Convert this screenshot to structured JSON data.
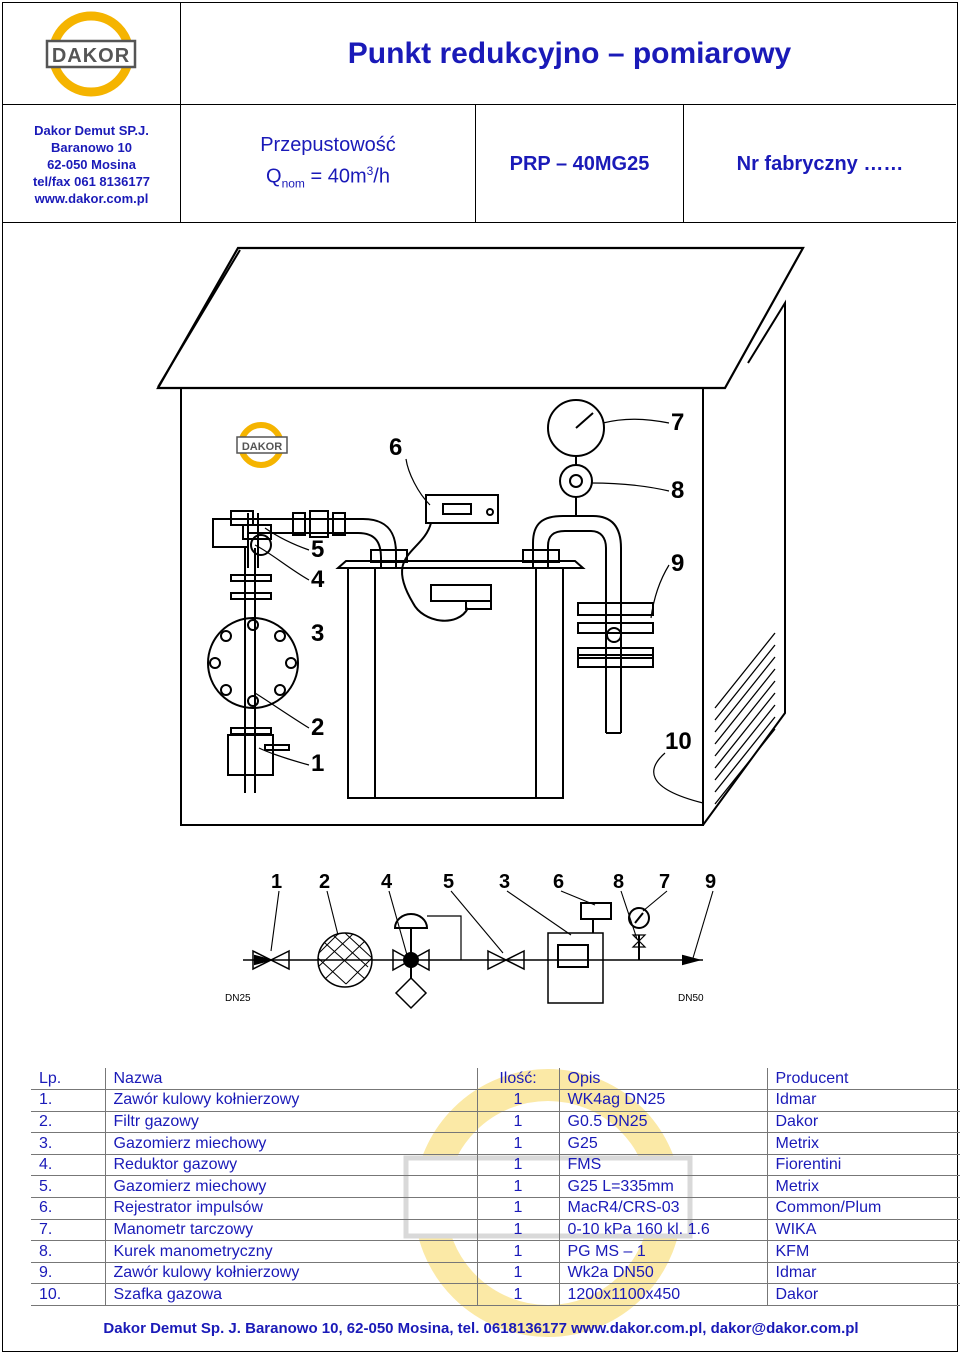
{
  "header": {
    "logo_text": "DAKOR",
    "title": "Punkt redukcyjno – pomiarowy",
    "company": {
      "name": "Dakor Demut SP.J.",
      "street": "Baranowo 10",
      "city": "62-050 Mosina",
      "phone": "tel/fax 061 8136177",
      "web": "www.dakor.com.pl"
    },
    "flow_label": "Przepustowość",
    "flow_q": "Q",
    "flow_sub": "nom",
    "flow_eq": " = 40m",
    "flow_sup": "3",
    "flow_unit": "/h",
    "model": "PRP – 40MG25",
    "serial": "Nr fabryczny ……"
  },
  "drawing": {
    "cabinet_logo": "DAKOR",
    "callouts": [
      "1",
      "2",
      "3",
      "4",
      "5",
      "6",
      "7",
      "8",
      "9",
      "10"
    ],
    "schematic_callouts": [
      "1",
      "2",
      "4",
      "5",
      "3",
      "6",
      "8",
      "7",
      "9"
    ],
    "inlet_label": "DN25",
    "outlet_label": "DN50"
  },
  "table": {
    "headers": [
      "Lp.",
      "Nazwa",
      "Ilość:",
      "Opis",
      "Producent"
    ],
    "rows": [
      [
        "1.",
        "Zawór kulowy kołnierzowy",
        "1",
        "WK4ag DN25",
        "Idmar"
      ],
      [
        "2.",
        "Filtr gazowy",
        "1",
        "G0.5 DN25",
        "Dakor"
      ],
      [
        "3.",
        "Gazomierz miechowy",
        "1",
        "G25",
        "Metrix"
      ],
      [
        "4.",
        "Reduktor gazowy",
        "1",
        "FMS",
        "Fiorentini"
      ],
      [
        "5.",
        "Gazomierz miechowy",
        "1",
        "G25 L=335mm",
        "Metrix"
      ],
      [
        "6.",
        "Rejestrator impulsów",
        "1",
        "MacR4/CRS-03",
        "Common/Plum"
      ],
      [
        "7.",
        "Manometr tarczowy",
        "1",
        "0-10 kPa 160 kl. 1.6",
        "WIKA"
      ],
      [
        "8.",
        "Kurek manometryczny",
        "1",
        "PG MS – 1",
        "KFM"
      ],
      [
        "9.",
        "Zawór kulowy kołnierzowy",
        "1",
        "Wk2a DN50",
        "Idmar"
      ],
      [
        "10.",
        "Szafka gazowa",
        "1",
        "1200x1100x450",
        "Dakor"
      ]
    ]
  },
  "footer": "Dakor Demut Sp. J. Baranowo 10, 62-050 Mosina, tel. 0618136177 www.dakor.com.pl, dakor@dakor.com.pl",
  "colors": {
    "text_blue": "#1a1ab8",
    "logo_yellow": "#f5b400",
    "logo_grey": "#555555",
    "watermark": "#fbe9a6"
  }
}
